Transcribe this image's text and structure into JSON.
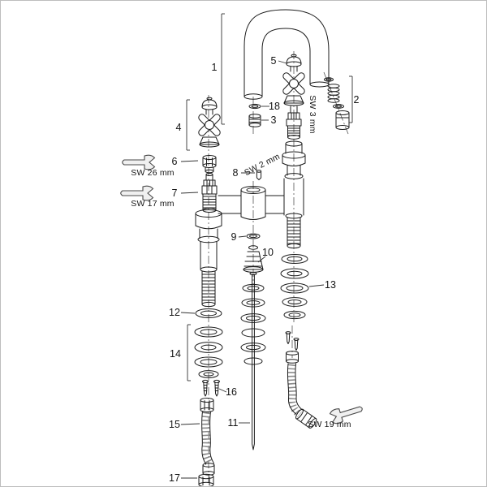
{
  "figure": {
    "background": "#ffffff",
    "border_color": "#bdbdbd",
    "line_color": "#1c1c1c",
    "accent_gray": "#8a8a8a"
  },
  "callouts": [
    {
      "label": "1"
    },
    {
      "label": "2"
    },
    {
      "label": "3"
    },
    {
      "label": "4"
    },
    {
      "label": "5"
    },
    {
      "label": "6"
    },
    {
      "label": "7"
    },
    {
      "label": "8"
    },
    {
      "label": "9"
    },
    {
      "label": "10"
    },
    {
      "label": "11"
    },
    {
      "label": "12"
    },
    {
      "label": "13"
    },
    {
      "label": "14"
    },
    {
      "label": "15"
    },
    {
      "label": "16"
    },
    {
      "label": "17"
    },
    {
      "label": "18"
    }
  ],
  "annotations": {
    "sw26": "SW 26 mm",
    "sw17": "SW 17 mm",
    "sw2": "SW 2 mm",
    "sw3": "SW 3 mm",
    "sw19": "SW 19 mm"
  },
  "icons": [
    {
      "name": "wrench-icon"
    },
    {
      "name": "wrench-icon"
    },
    {
      "name": "wrench-icon"
    }
  ]
}
